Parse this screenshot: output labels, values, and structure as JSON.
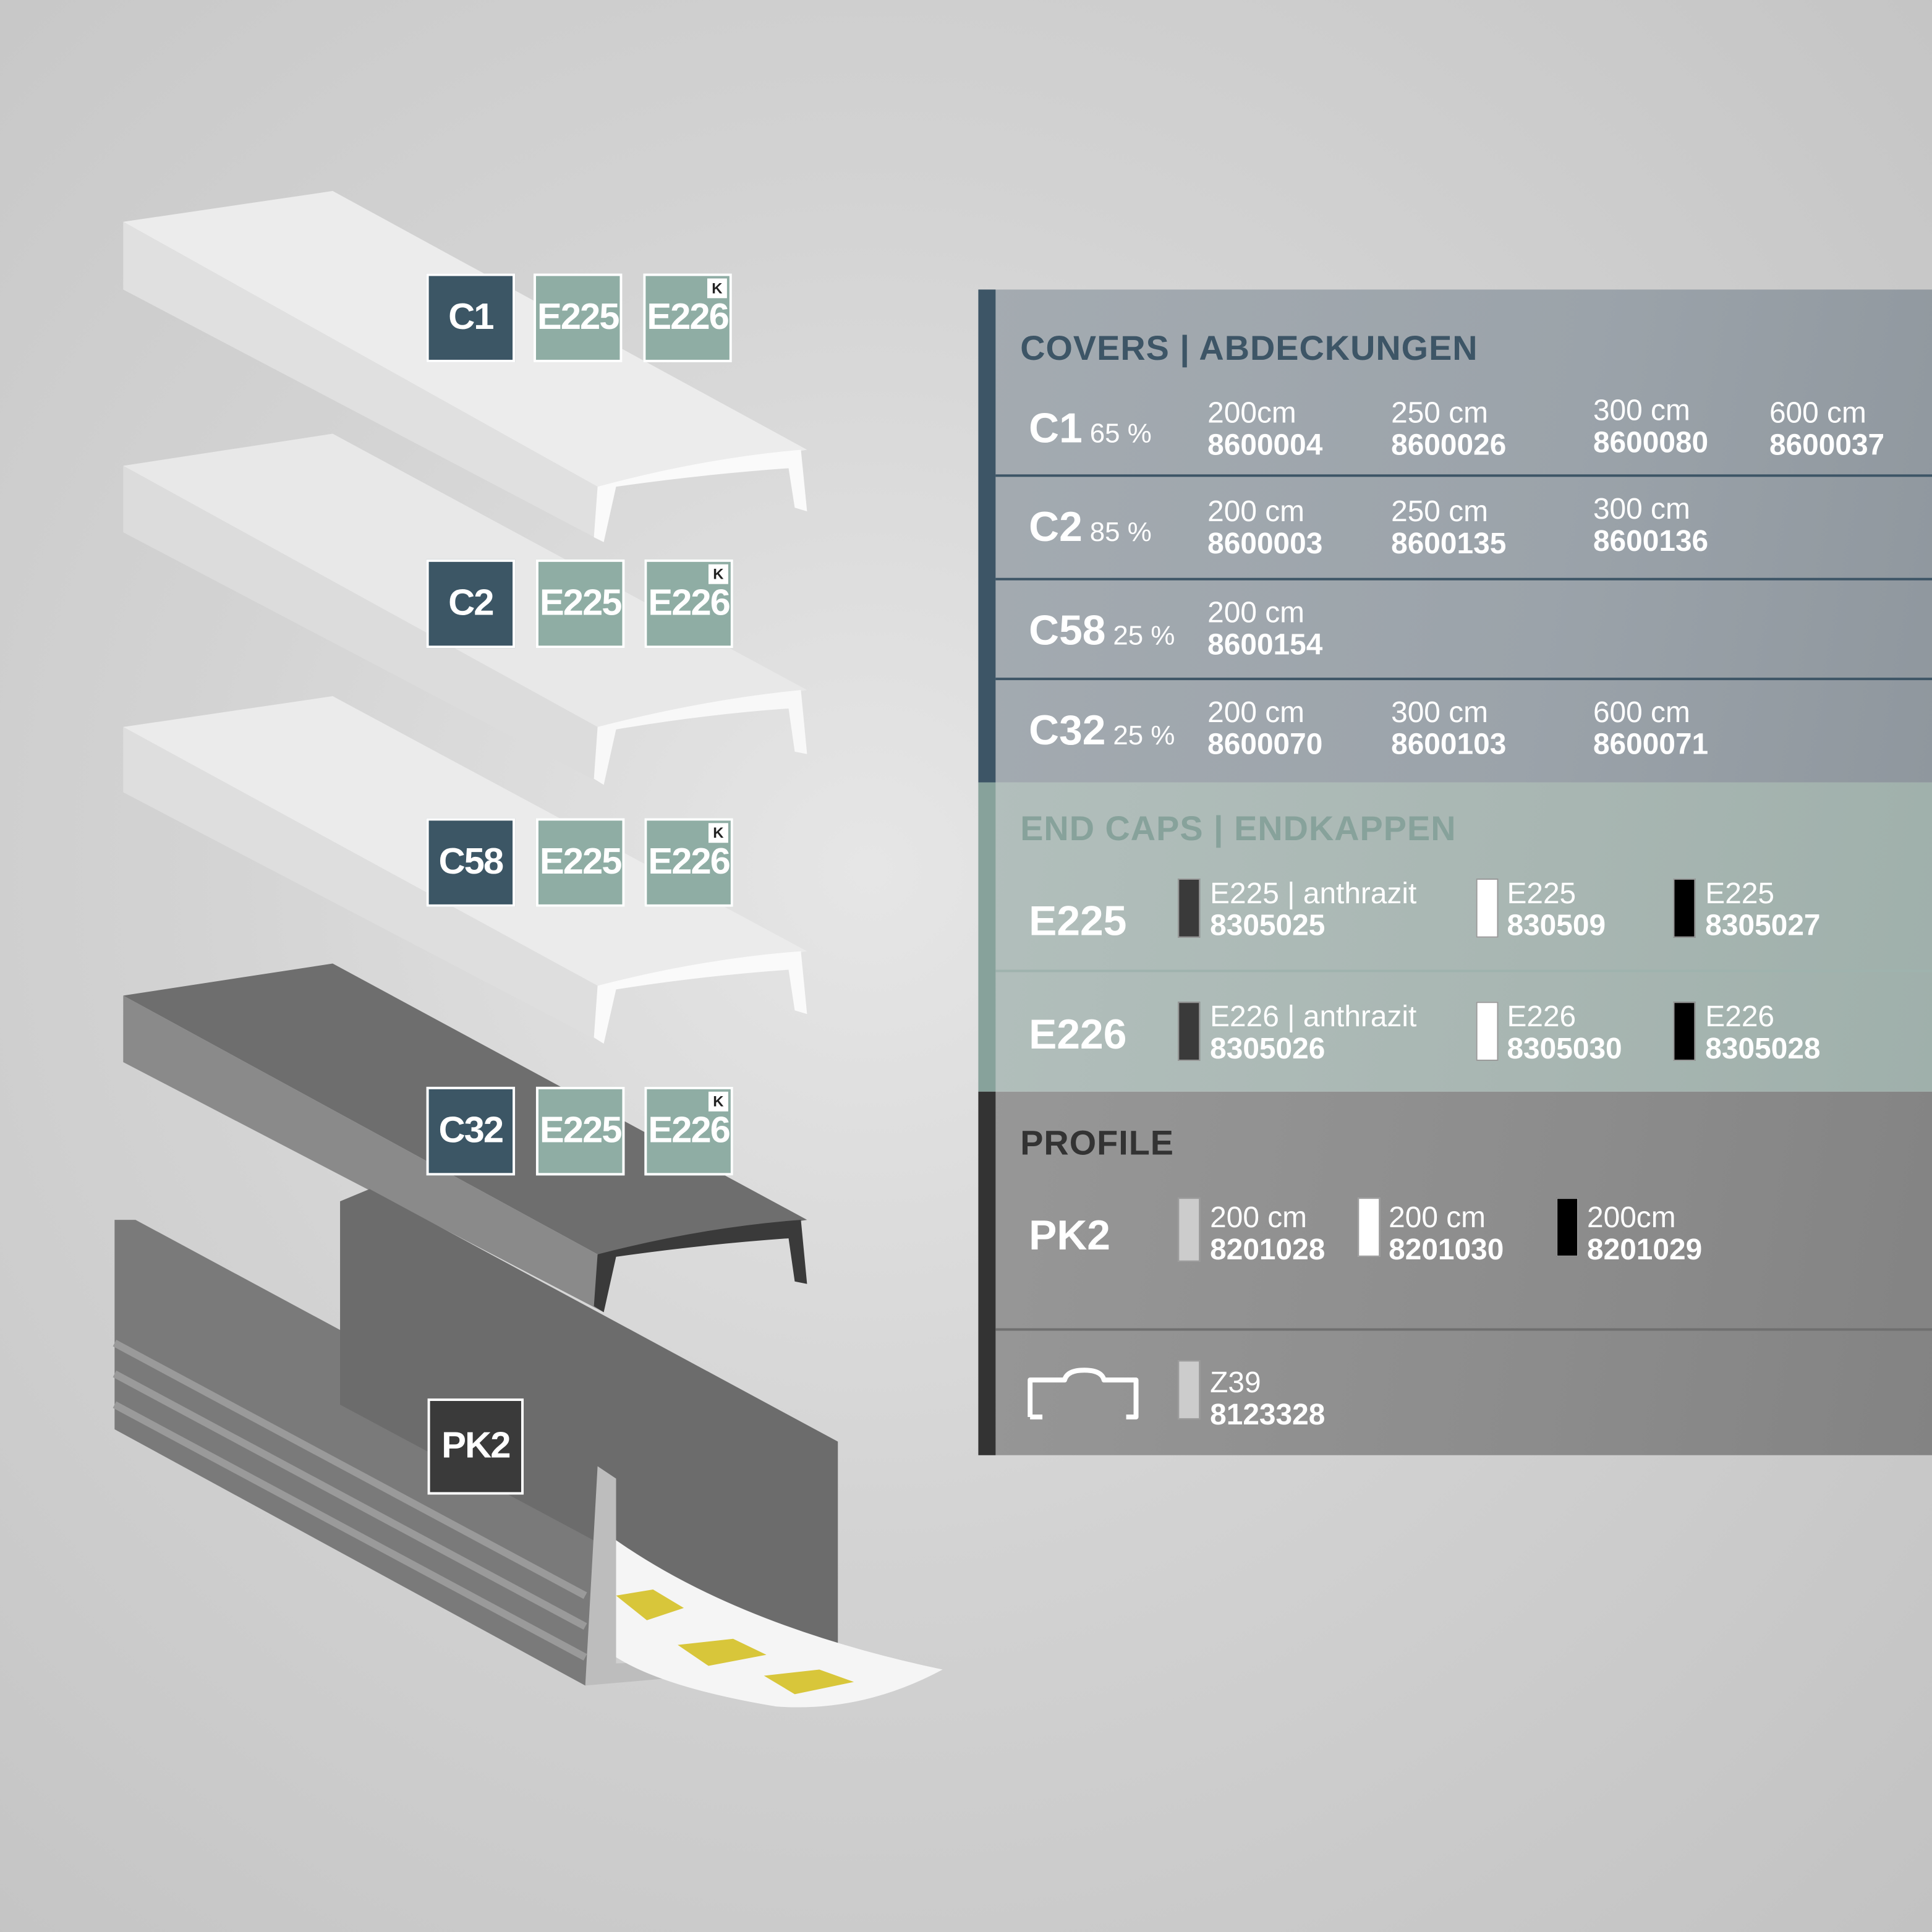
{
  "badges": {
    "c1": {
      "cover": "C1",
      "cap1": "E225",
      "cap2": "E226",
      "k": "K"
    },
    "c2": {
      "cover": "C2",
      "cap1": "E225",
      "cap2": "E226",
      "k": "K"
    },
    "c58": {
      "cover": "C58",
      "cap1": "E225",
      "cap2": "E226",
      "k": "K"
    },
    "c32": {
      "cover": "C32",
      "cap1": "E225",
      "cap2": "E226",
      "k": "K"
    },
    "pk2": {
      "profile": "PK2"
    }
  },
  "covers": {
    "title": "COVERS | ABDECKUNGEN",
    "rows": [
      {
        "name": "C1",
        "pct": "65 %",
        "items": [
          {
            "len": "200cm",
            "code": "8600004"
          },
          {
            "len": "250 cm",
            "code": "8600026"
          },
          {
            "len": "300 cm",
            "code": "8600080"
          },
          {
            "len": "600 cm",
            "code": "8600037"
          }
        ]
      },
      {
        "name": "C2",
        "pct": "85 %",
        "items": [
          {
            "len": "200 cm",
            "code": "8600003"
          },
          {
            "len": "250 cm",
            "code": "8600135"
          },
          {
            "len": "300 cm",
            "code": "8600136"
          }
        ]
      },
      {
        "name": "C58",
        "pct": "25 %",
        "items": [
          {
            "len": "200 cm",
            "code": "8600154"
          }
        ]
      },
      {
        "name": "C32",
        "pct": "25 %",
        "items": [
          {
            "len": "200 cm",
            "code": "8600070"
          },
          {
            "len": "300 cm",
            "code": "8600103"
          },
          {
            "len": "600 cm",
            "code": "8600071"
          }
        ]
      }
    ]
  },
  "endcaps": {
    "title": "END CAPS | ENDKAPPEN",
    "rows": [
      {
        "name": "E225",
        "items": [
          {
            "label": "E225 | anthrazit",
            "code": "8305025",
            "color": "#3a3a3a"
          },
          {
            "label": "E225",
            "code": "830509",
            "color": "#ffffff"
          },
          {
            "label": "E225",
            "code": "8305027",
            "color": "#000000"
          }
        ]
      },
      {
        "name": "E226",
        "items": [
          {
            "label": "E226 | anthrazit",
            "code": "8305026",
            "color": "#3a3a3a"
          },
          {
            "label": "E226",
            "code": "8305030",
            "color": "#ffffff"
          },
          {
            "label": "E226",
            "code": "8305028",
            "color": "#000000"
          }
        ]
      }
    ]
  },
  "profile": {
    "title": "PROFILE",
    "name": "PK2",
    "items": [
      {
        "len": "200 cm",
        "code": "8201028",
        "color": "#cccccc"
      },
      {
        "len": "200 cm",
        "code": "8201030",
        "color": "#ffffff"
      },
      {
        "len": "200cm",
        "code": "8201029",
        "color": "#000000"
      }
    ],
    "clip": {
      "label": "Z39",
      "code": "8123328",
      "color": "#cccccc"
    }
  },
  "colors": {
    "covers_bar": "#3d5566",
    "endcaps_bar": "#87a29b",
    "profile_bar": "#333333"
  }
}
